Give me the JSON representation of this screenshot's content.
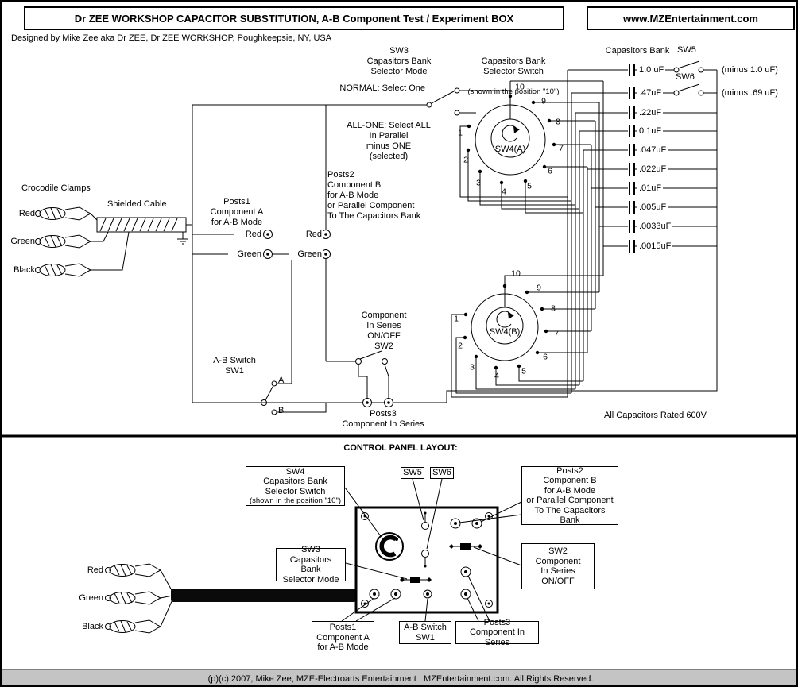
{
  "header": {
    "title": "Dr ZEE WORKSHOP CAPACITOR SUBSTITUTION, A-B Component Test / Experiment BOX",
    "website": "www.MZEntertainment.com",
    "byline": "Designed by Mike Zee aka Dr ZEE, Dr ZEE WORKSHOP, Poughkeepsie, NY, USA"
  },
  "schematic": {
    "sw3_mode_label": "SW3\nCapasitors Bank\nSelector Mode",
    "bank_selector_title": "Capasitors Bank\nSelector Switch",
    "bank_selector_note": "(shown in the position \"10\")",
    "capacitors_bank_label": "Capasitors Bank",
    "normal_label": "NORMAL: Select One",
    "all_one_label": "ALL-ONE: Select ALL\nIn Parallel\nminus ONE\n(selected)",
    "sw4a_label": "SW4(A)",
    "sw4b_label": "SW4(B)",
    "sw5_label": "SW5",
    "sw5_note": "(minus 1.0 uF)",
    "sw6_label": "SW6",
    "sw6_note": "(minus .69 uF)",
    "capacitor_values": [
      "1.0 uF",
      ".47uF",
      ".22uF",
      "0.1uF",
      ".047uF",
      ".022uF",
      ".01uF",
      ".005uF",
      ".0033uF",
      ".0015uF"
    ],
    "rotary_positions": [
      "1",
      "2",
      "3",
      "4",
      "5",
      "6",
      "7",
      "8",
      "9",
      "10"
    ],
    "crocodile_clamps_label": "Crocodile Clamps",
    "shielded_cable_label": "Shielded Cable",
    "clamps": {
      "red": "Red",
      "green": "Green",
      "black": "Black"
    },
    "posts1_label": "Posts1\nComponent A\nfor A-B Mode",
    "posts2_label": "Posts2\nComponent B\nfor A-B Mode\nor Parallel Component\nTo The Capacitors Bank",
    "post_red": "Red",
    "post_green": "Green",
    "sw2_label": "Component\nIn Series\nON/OFF\nSW2",
    "sw1_label": "A-B Switch\nSW1",
    "position_a": "A",
    "position_b": "B",
    "posts3_label": "Posts3\nComponent In Series",
    "rated_label": "All Capacitors Rated 600V"
  },
  "control_panel": {
    "title": "CONTROL PANEL LAYOUT:",
    "sw4_box_title": "SW4\nCapasitors Bank\nSelector Switch",
    "sw4_box_note": "(shown in the position \"10\")",
    "sw5_box": "SW5",
    "sw6_box": "SW6",
    "posts2_box": "Posts2\nComponent B\nfor A-B Mode\nor Parallel Component\nTo The Capacitors Bank",
    "sw3_box": "SW3\nCapasitors Bank\nSelector Mode",
    "sw2_box": "SW2\nComponent\nIn Series\nON/OFF",
    "posts1_box": "Posts1\nComponent A\nfor A-B Mode",
    "sw1_box": "A-B Switch\nSW1",
    "posts3_box": "Posts3\nComponent In Series",
    "clamps": {
      "red": "Red",
      "green": "Green",
      "black": "Black"
    }
  },
  "footer": {
    "copyright": "(p)(c) 2007, Mike Zee, MZE-Electroarts Entertainment , MZEntertainment.com. All Rights Reserved."
  }
}
